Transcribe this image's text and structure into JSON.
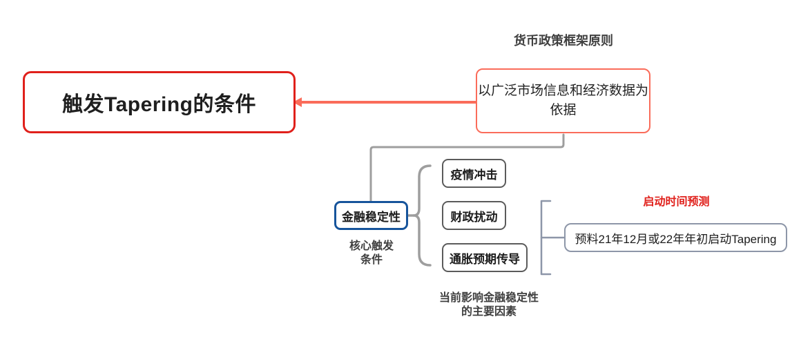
{
  "diagram": {
    "type": "mind-map",
    "root": {
      "text": "触发Tapering的条件",
      "border_color": "#e0201b"
    },
    "framework": {
      "label": "货币政策框架原则",
      "text": "以广泛市场信息和经济数据为依据",
      "border_color": "#fa6c5a"
    },
    "stability": {
      "text": "金融稳定性",
      "label": "核心触发\n条件",
      "border_color": "#16549b"
    },
    "factors": {
      "caption": "当前影响金融稳定性\n的主要因素",
      "items": [
        {
          "text": "疫情冲击"
        },
        {
          "text": "财政扰动"
        },
        {
          "text": "通胀预期传导"
        }
      ],
      "border_color": "#5b5b5b"
    },
    "forecast": {
      "label": "启动时间预测",
      "label_color": "#e0201b",
      "text": "预料21年12月或22年年初启动Tapering",
      "border_color": "#8d96a8"
    },
    "connectors": {
      "arrow_color": "#fa6c5a",
      "line_color": "#9e9e9e",
      "bracket_color": "#8d96a8"
    }
  }
}
